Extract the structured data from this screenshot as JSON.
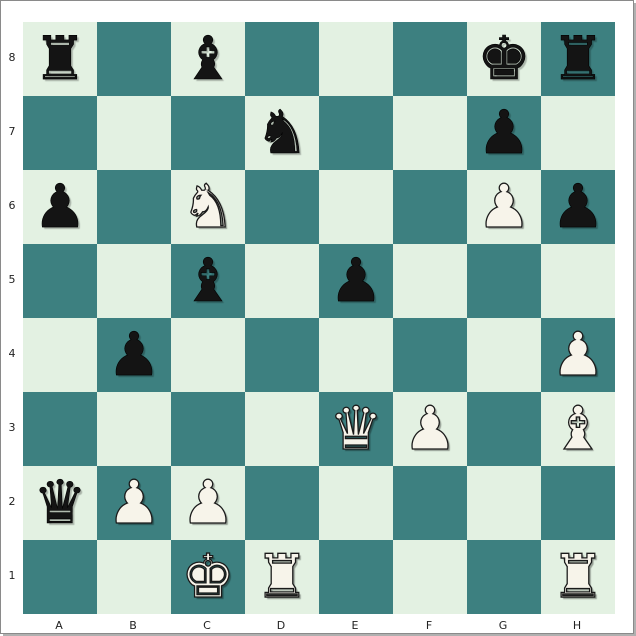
{
  "board": {
    "files": [
      "A",
      "B",
      "C",
      "D",
      "E",
      "F",
      "G",
      "H"
    ],
    "ranks": [
      "8",
      "7",
      "6",
      "5",
      "4",
      "3",
      "2",
      "1"
    ],
    "light_color": "#e3f1e2",
    "dark_color": "#3d8080",
    "pieces": [
      {
        "square": "a8",
        "type": "rook",
        "color": "black",
        "glyph": "♜",
        "icon": "black-rook-icon"
      },
      {
        "square": "c8",
        "type": "bishop",
        "color": "black",
        "glyph": "♝",
        "icon": "black-bishop-icon"
      },
      {
        "square": "g8",
        "type": "king",
        "color": "black",
        "glyph": "♚",
        "icon": "black-king-icon"
      },
      {
        "square": "h8",
        "type": "rook",
        "color": "black",
        "glyph": "♜",
        "icon": "black-rook-icon"
      },
      {
        "square": "d7",
        "type": "knight",
        "color": "black",
        "glyph": "♞",
        "icon": "black-knight-icon"
      },
      {
        "square": "g7",
        "type": "pawn",
        "color": "black",
        "glyph": "♟",
        "icon": "black-pawn-icon"
      },
      {
        "square": "a6",
        "type": "pawn",
        "color": "black",
        "glyph": "♟",
        "icon": "black-pawn-icon"
      },
      {
        "square": "c6",
        "type": "knight",
        "color": "white",
        "glyph": "♞",
        "icon": "white-knight-icon"
      },
      {
        "square": "g6",
        "type": "pawn",
        "color": "white",
        "glyph": "♟",
        "icon": "white-pawn-icon"
      },
      {
        "square": "h6",
        "type": "pawn",
        "color": "black",
        "glyph": "♟",
        "icon": "black-pawn-icon"
      },
      {
        "square": "c5",
        "type": "bishop",
        "color": "black",
        "glyph": "♝",
        "icon": "black-bishop-icon"
      },
      {
        "square": "e5",
        "type": "pawn",
        "color": "black",
        "glyph": "♟",
        "icon": "black-pawn-icon"
      },
      {
        "square": "b4",
        "type": "pawn",
        "color": "black",
        "glyph": "♟",
        "icon": "black-pawn-icon"
      },
      {
        "square": "h4",
        "type": "pawn",
        "color": "white",
        "glyph": "♟",
        "icon": "white-pawn-icon"
      },
      {
        "square": "e3",
        "type": "queen",
        "color": "white",
        "glyph": "♛",
        "icon": "white-queen-icon"
      },
      {
        "square": "f3",
        "type": "pawn",
        "color": "white",
        "glyph": "♟",
        "icon": "white-pawn-icon"
      },
      {
        "square": "h3",
        "type": "bishop",
        "color": "white",
        "glyph": "♝",
        "icon": "white-bishop-icon"
      },
      {
        "square": "a2",
        "type": "queen",
        "color": "black",
        "glyph": "♛",
        "icon": "black-queen-icon"
      },
      {
        "square": "b2",
        "type": "pawn",
        "color": "white",
        "glyph": "♟",
        "icon": "white-pawn-icon"
      },
      {
        "square": "c2",
        "type": "pawn",
        "color": "white",
        "glyph": "♟",
        "icon": "white-pawn-icon"
      },
      {
        "square": "c1",
        "type": "king",
        "color": "white",
        "glyph": "♚",
        "icon": "white-king-icon"
      },
      {
        "square": "d1",
        "type": "rook",
        "color": "white",
        "glyph": "♜",
        "icon": "white-rook-icon"
      },
      {
        "square": "h1",
        "type": "rook",
        "color": "white",
        "glyph": "♜",
        "icon": "white-rook-icon"
      }
    ]
  }
}
